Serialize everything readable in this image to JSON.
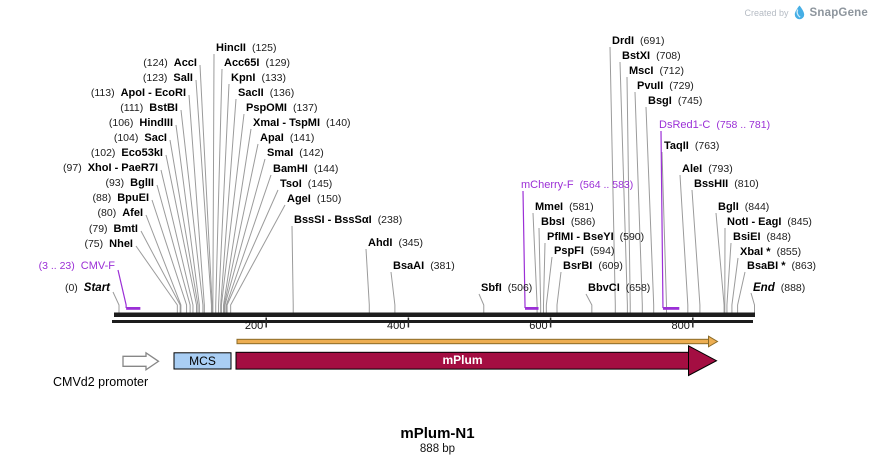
{
  "watermark": {
    "created_by": "Created by",
    "brand": "SnapGene"
  },
  "title": {
    "name": "mPlum-N1",
    "length": "888 bp"
  },
  "ruler": {
    "ticks": [
      "200",
      "400",
      "600",
      "800"
    ]
  },
  "colors": {
    "primer_purple": "#9B2FD6",
    "mplum_fill": "#A40E42",
    "mcs_fill": "#A9CEF4",
    "orf_fill": "#EDAE52",
    "orf_stroke": "#8A6B28",
    "leader_gray": "#9b9b9b"
  },
  "features": {
    "promoter": {
      "label": "CMVd2 promoter"
    },
    "mcs": {
      "label": "MCS"
    },
    "mplum": {
      "label": "mPlum"
    }
  },
  "sites": {
    "left_column": [
      {
        "name": "AccI",
        "pos": "(124)",
        "bp": 124
      },
      {
        "name": "SalI",
        "pos": "(123)",
        "bp": 123
      },
      {
        "name": "ApoI - EcoRI",
        "pos": "(113)",
        "bp": 113
      },
      {
        "name": "BstBI",
        "pos": "(111)",
        "bp": 111
      },
      {
        "name": "HindIII",
        "pos": "(106)",
        "bp": 106
      },
      {
        "name": "SacI",
        "pos": "(104)",
        "bp": 104
      },
      {
        "name": "Eco53kI",
        "pos": "(102)",
        "bp": 102
      },
      {
        "name": "XhoI - PaeR7I",
        "pos": "(97)",
        "bp": 97
      },
      {
        "name": "BglII",
        "pos": "(93)",
        "bp": 93
      },
      {
        "name": "BpuEI",
        "pos": "(88)",
        "bp": 88
      },
      {
        "name": "AfeI",
        "pos": "(80)",
        "bp": 80
      },
      {
        "name": "BmtI",
        "pos": "(79)",
        "bp": 79
      },
      {
        "name": "NheI",
        "pos": "(75)",
        "bp": 75
      }
    ],
    "cmv_primer": {
      "name": "CMV-F",
      "pos": "(3 .. 23)",
      "bp_start": 3,
      "bp_end": 23
    },
    "start_marker": {
      "name": "Start",
      "pos": "(0)",
      "bp": 0
    },
    "mid_fan": [
      {
        "name": "HincII",
        "pos": "(125)",
        "bp": 125
      },
      {
        "name": "Acc65I",
        "pos": "(129)",
        "bp": 129
      },
      {
        "name": "KpnI",
        "pos": "(133)",
        "bp": 133
      },
      {
        "name": "SacII",
        "pos": "(136)",
        "bp": 136
      },
      {
        "name": "PspOMI",
        "pos": "(137)",
        "bp": 137
      },
      {
        "name": "XmaI - TspMI",
        "pos": "(140)",
        "bp": 140
      },
      {
        "name": "ApaI",
        "pos": "(141)",
        "bp": 141
      },
      {
        "name": "SmaI",
        "pos": "(142)",
        "bp": 142
      },
      {
        "name": "BamHI",
        "pos": "(144)",
        "bp": 144
      },
      {
        "name": "TsoI",
        "pos": "(145)",
        "bp": 145
      },
      {
        "name": "AgeI",
        "pos": "(150)",
        "bp": 150
      }
    ],
    "mid_singles": [
      {
        "name": "BssSI - BssSαI",
        "pos": "(238)",
        "bp": 238
      },
      {
        "name": "AhdI",
        "pos": "(345)",
        "bp": 345
      },
      {
        "name": "BsaAI",
        "pos": "(381)",
        "bp": 381
      },
      {
        "name": "SbfI",
        "pos": "(506)",
        "bp": 506
      }
    ],
    "mcherry_primer": {
      "name": "mCherry-F",
      "pos": "(564 .. 583)",
      "bp_start": 564,
      "bp_end": 583
    },
    "mcherry_column": [
      {
        "name": "MmeI",
        "pos": "(581)",
        "bp": 581
      },
      {
        "name": "BbsI",
        "pos": "(586)",
        "bp": 586
      },
      {
        "name": "PflMI - BseYI",
        "pos": "(590)",
        "bp": 590
      },
      {
        "name": "PspFI",
        "pos": "(594)",
        "bp": 594
      },
      {
        "name": "BsrBI",
        "pos": "(609)",
        "bp": 609
      },
      {
        "name": "BbvCI",
        "pos": "(658)",
        "bp": 658
      }
    ],
    "dsred_primer": {
      "name": "DsRed1-C",
      "pos": "(758 .. 781)",
      "bp_start": 758,
      "bp_end": 781
    },
    "right_column": [
      {
        "name": "DrdI",
        "pos": "(691)",
        "bp": 691
      },
      {
        "name": "BstXI",
        "pos": "(708)",
        "bp": 708
      },
      {
        "name": "MscI",
        "pos": "(712)",
        "bp": 712
      },
      {
        "name": "PvuII",
        "pos": "(729)",
        "bp": 729
      },
      {
        "name": "BsgI",
        "pos": "(745)",
        "bp": 745
      },
      {
        "name": "TaqII",
        "pos": "(763)",
        "bp": 763
      },
      {
        "name": "AleI",
        "pos": "(793)",
        "bp": 793
      },
      {
        "name": "BssHII",
        "pos": "(810)",
        "bp": 810
      },
      {
        "name": "BglI",
        "pos": "(844)",
        "bp": 844
      },
      {
        "name": "NotI - EagI",
        "pos": "(845)",
        "bp": 845
      },
      {
        "name": "BsiEI",
        "pos": "(848)",
        "bp": 848
      },
      {
        "name": "XbaI *",
        "pos": "(855)",
        "bp": 855
      },
      {
        "name": "BsaBI *",
        "pos": "(863)",
        "bp": 863
      }
    ],
    "end_marker": {
      "name": "End",
      "pos": "(888)",
      "bp": 888
    }
  }
}
